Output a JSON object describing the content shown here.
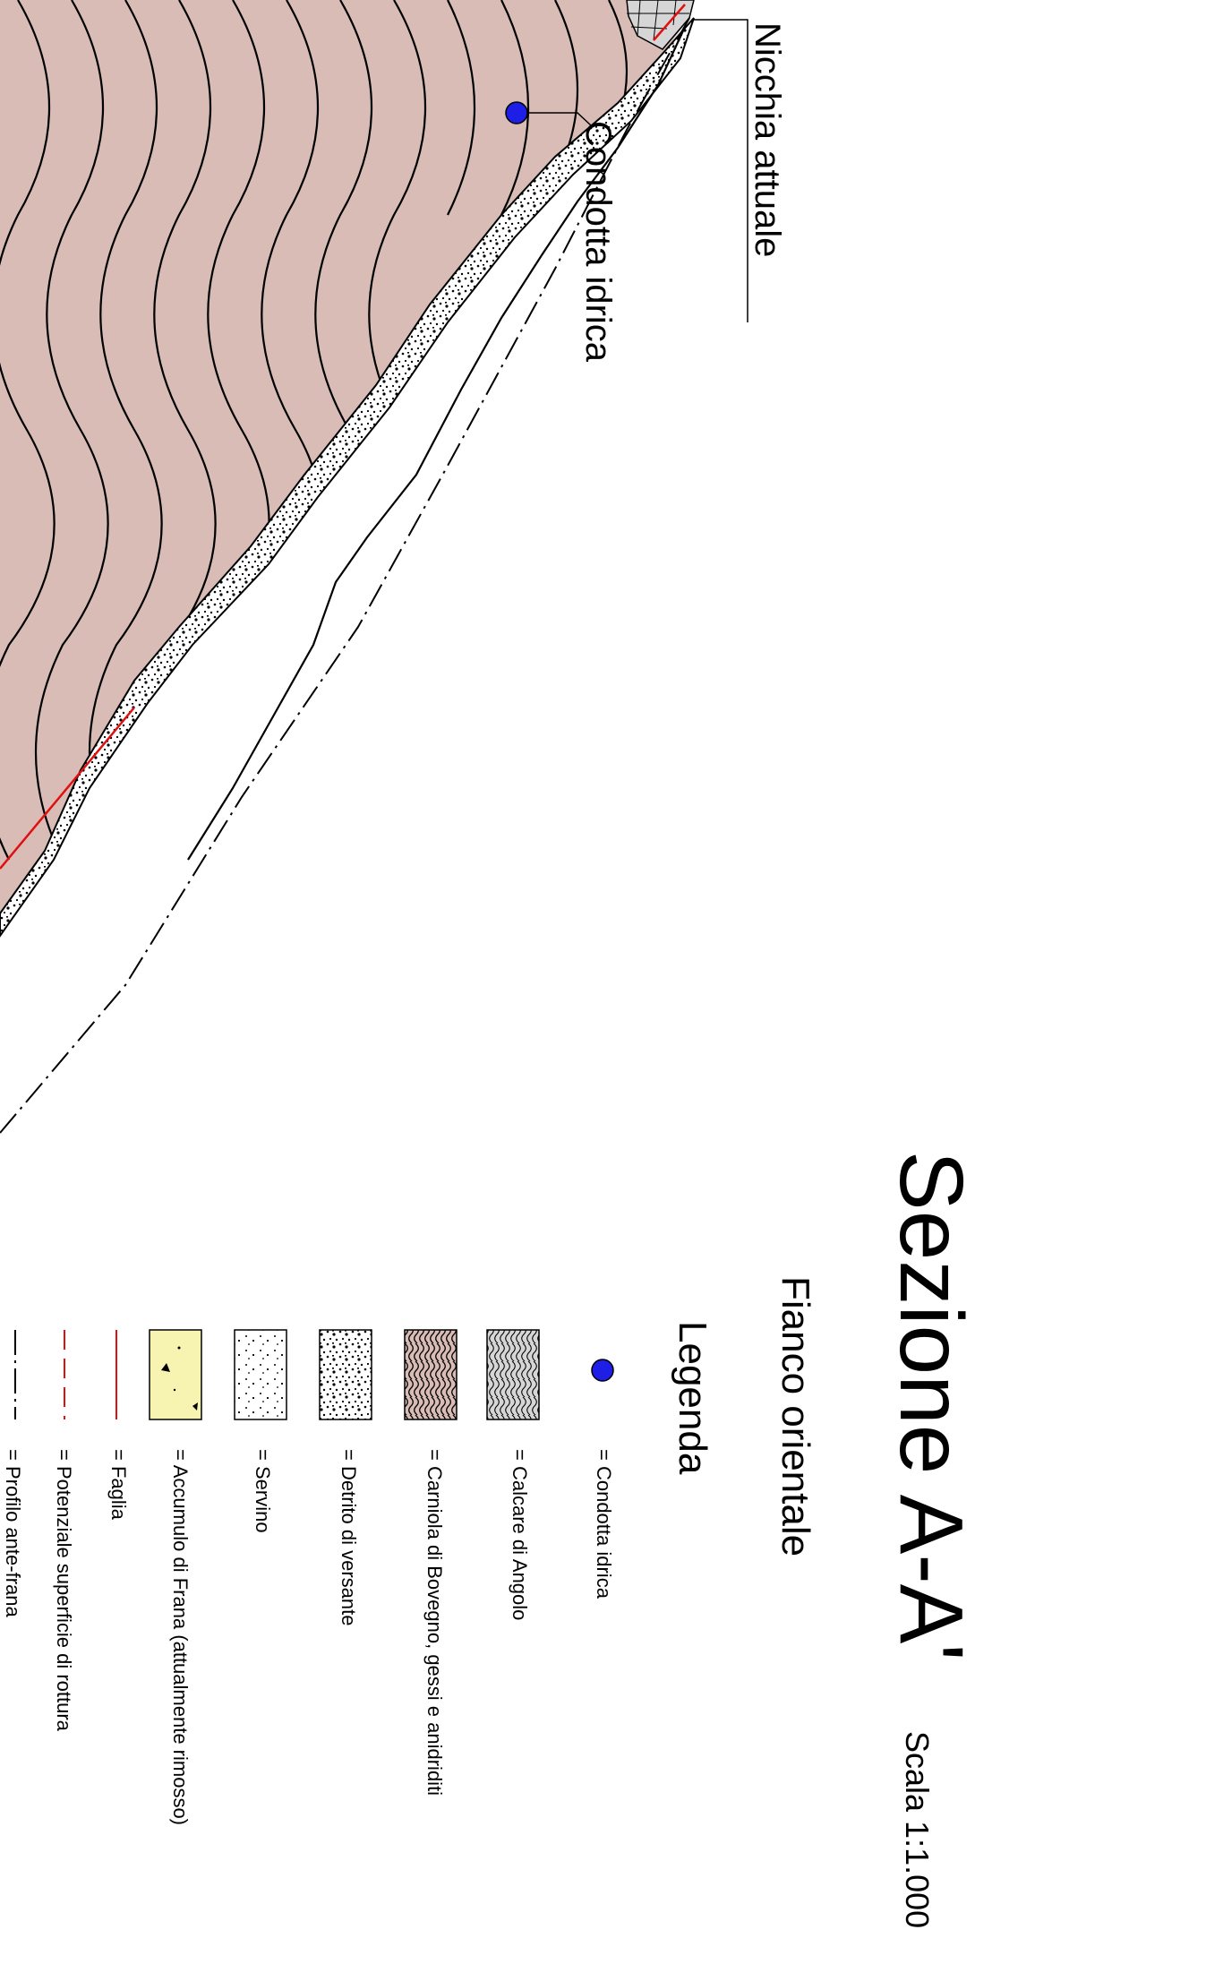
{
  "labels": {
    "niche": "Nicchia attuale",
    "pipe": "Condotta idrica"
  },
  "title": {
    "main": "Sezione A-A'",
    "scale": "Scala 1:1.000",
    "subtitle": "Fianco orientale",
    "legend_heading": "Legenda"
  },
  "legend": [
    {
      "symbol": "water-pipe-dot",
      "text": "= Condotta idrica"
    },
    {
      "symbol": "calcare-hatch",
      "text": "= Calcare di Angolo"
    },
    {
      "symbol": "carniola-hatch",
      "text": "= Carniola di Bovegno, gessi e anidriditi"
    },
    {
      "symbol": "detrito-stipple",
      "text": "= Detrito di versante"
    },
    {
      "symbol": "servino-stipple",
      "text": "= Servino"
    },
    {
      "symbol": "accumulo-fill",
      "text": "= Accumulo di Frana (attualmente rimosso)"
    },
    {
      "symbol": "fault-line",
      "text": "= Faglia"
    },
    {
      "symbol": "potential-rupture-line",
      "text": "= Potenziale superficie di rottura"
    },
    {
      "symbol": "pre-landslide-profile-line",
      "text": "= Profilo ante-frana"
    }
  ],
  "colors": {
    "carniola": "#d8bcb5",
    "calcare": "#d6d6d6",
    "accumulo": "#f7f3b1",
    "pipe": "#1e1ee6",
    "fault": "#e01010"
  }
}
